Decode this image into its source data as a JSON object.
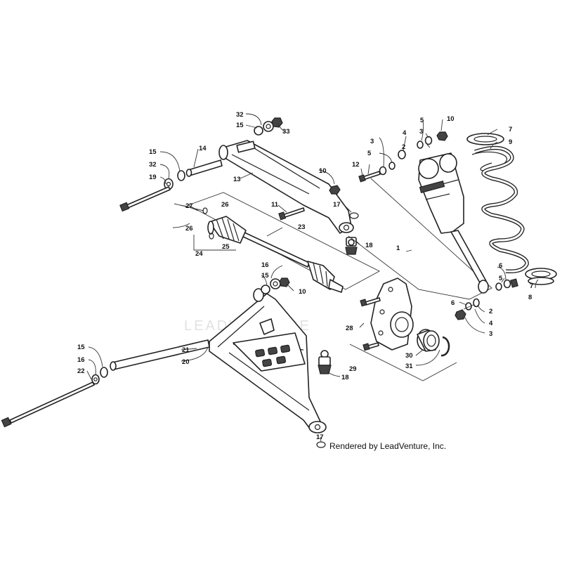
{
  "credit": "Rendered by LeadVenture, Inc.",
  "watermark": "LEADVENTURE",
  "callouts": [
    "1",
    "2",
    "2",
    "3",
    "3",
    "3",
    "4",
    "4",
    "5",
    "5",
    "5",
    "6",
    "6",
    "7",
    "7",
    "8",
    "9",
    "10",
    "10",
    "10",
    "11",
    "12",
    "13",
    "14",
    "15",
    "15",
    "15",
    "15",
    "16",
    "16",
    "17",
    "17",
    "18",
    "18",
    "19",
    "20",
    "21",
    "22",
    "23",
    "24",
    "25",
    "26",
    "26",
    "27",
    "28",
    "29",
    "30",
    "31",
    "32",
    "32",
    "33"
  ]
}
